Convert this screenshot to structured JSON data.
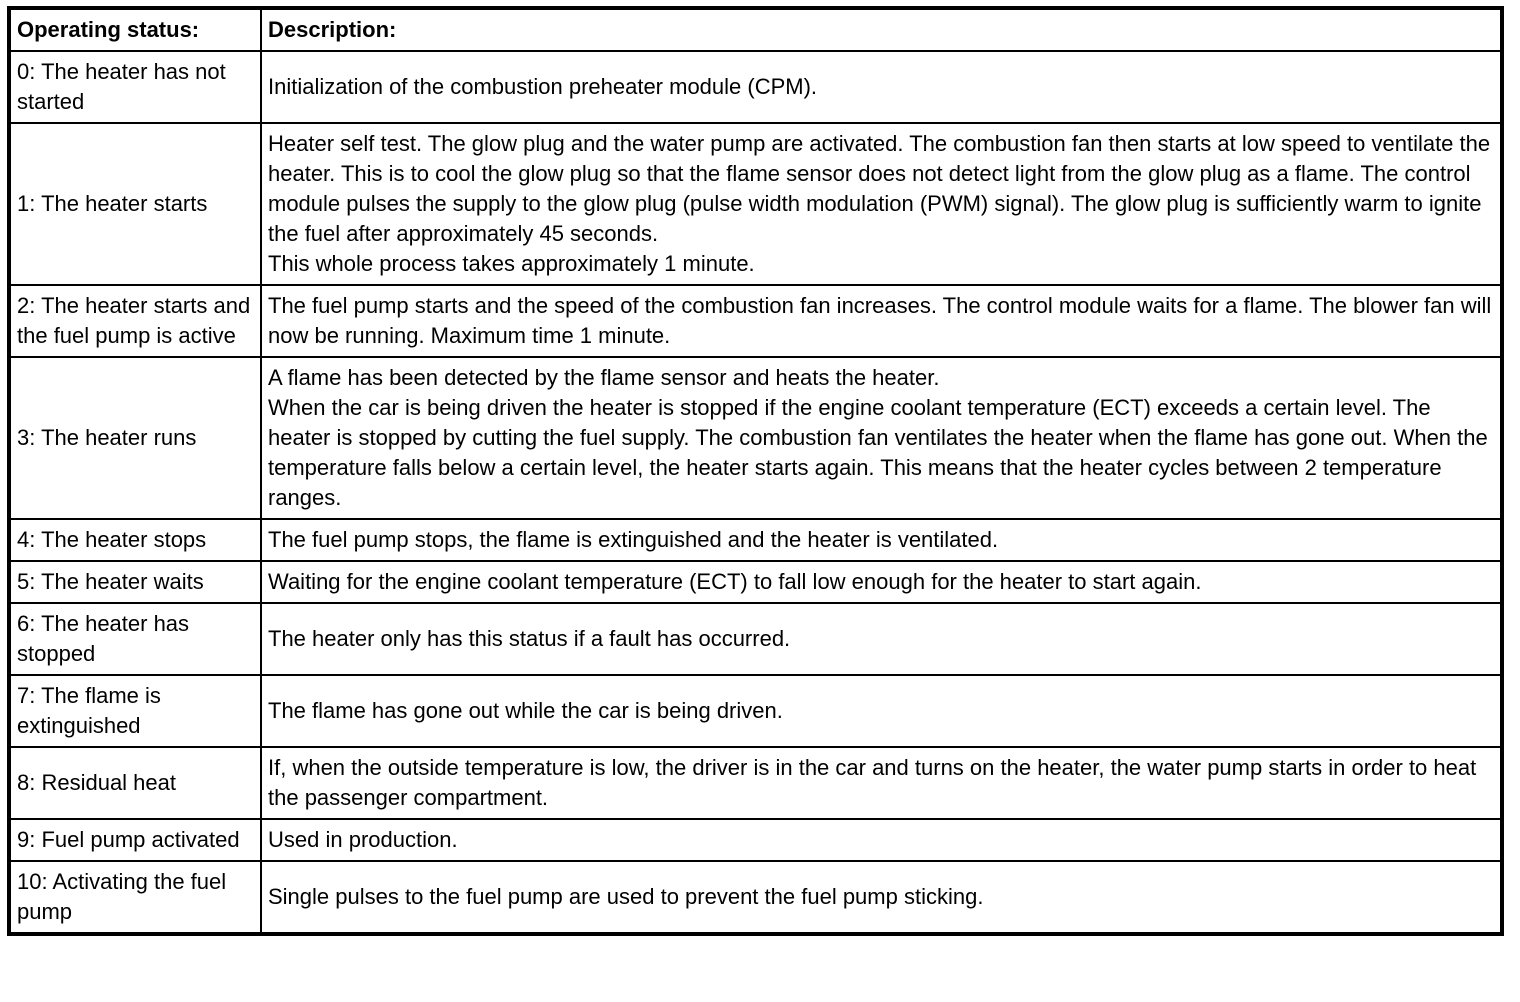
{
  "colors": {
    "border": "#000000",
    "background": "#ffffff",
    "text": "#000000"
  },
  "table": {
    "headers": {
      "status": "Operating status:",
      "description": "Description:"
    },
    "rows": [
      {
        "status": "0: The heater has not started",
        "description": "Initialization of the combustion preheater module (CPM)."
      },
      {
        "status": "1: The heater starts",
        "description": "Heater self test. The glow plug and the water pump are activated. The combustion fan then starts at low speed to ventilate the heater. This is to cool the glow plug so that the flame sensor does not detect light from the glow plug as a flame. The control module pulses the supply to the glow plug (pulse width modulation (PWM) signal). The glow plug is sufficiently warm to ignite the fuel after approximately 45 seconds.\nThis whole process takes approximately 1 minute."
      },
      {
        "status": "2: The heater starts and the fuel pump is active",
        "description": "The fuel pump starts and the speed of the combustion fan increases. The control module waits for a flame. The blower fan will now be running. Maximum time 1 minute."
      },
      {
        "status": "3: The heater runs",
        "description": "A flame has been detected by the flame sensor and heats the heater.\nWhen the car is being driven the heater is stopped if the engine coolant temperature (ECT) exceeds a certain level. The heater is stopped by cutting the fuel supply. The combustion fan ventilates the heater when the flame has gone out. When the temperature falls below a certain level, the heater starts again. This means that the heater cycles between 2 temperature ranges."
      },
      {
        "status": "4: The heater stops",
        "description": "The fuel pump stops, the flame is extinguished and the heater is ventilated."
      },
      {
        "status": "5: The heater waits",
        "description": "Waiting for the engine coolant temperature (ECT) to fall low enough for the heater to start again."
      },
      {
        "status": "6: The heater has stopped",
        "description": "The heater only has this status if a fault has occurred."
      },
      {
        "status": "7: The flame is extinguished",
        "description": "The flame has gone out while the car is being driven."
      },
      {
        "status": "8: Residual heat",
        "description": "If, when the outside temperature is low, the driver is in the car and turns on the heater, the water pump starts in order to heat the passenger compartment."
      },
      {
        "status": "9: Fuel pump activated",
        "description": "Used in production."
      },
      {
        "status": "10: Activating the fuel pump",
        "description": "Single pulses to the fuel pump are used to prevent the fuel pump sticking."
      }
    ]
  }
}
